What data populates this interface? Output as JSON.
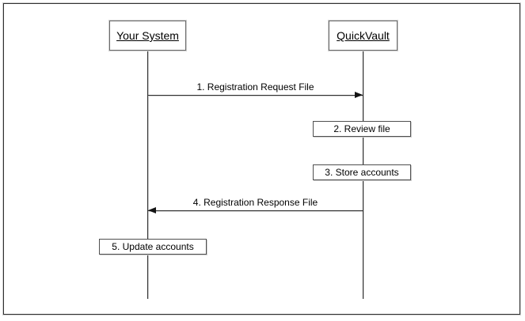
{
  "diagram": {
    "type": "sequence",
    "actors": [
      {
        "name": "Your System"
      },
      {
        "name": "QuickVault"
      }
    ],
    "messages": [
      {
        "label": "1. Registration Request File",
        "from": "Your System",
        "to": "QuickVault",
        "direction": "right"
      },
      {
        "label": "4. Registration Response File",
        "from": "QuickVault",
        "to": "Your System",
        "direction": "left"
      }
    ],
    "actions": [
      {
        "label": "2. Review file",
        "actor": "QuickVault"
      },
      {
        "label": "3. Store accounts",
        "actor": "QuickVault"
      },
      {
        "label": "5. Update accounts",
        "actor": "Your System"
      }
    ],
    "colors": {
      "background": "#ffffff",
      "line": "#303030",
      "border": "#4f4f4f",
      "text": "#000000",
      "shadow": "#d0d0d0"
    }
  }
}
